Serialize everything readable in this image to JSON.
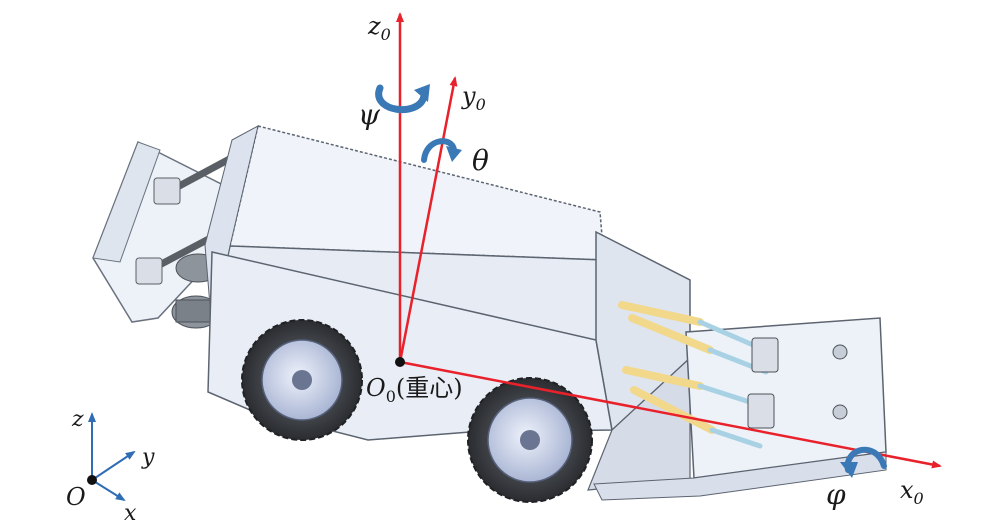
{
  "diagram": {
    "axes_body": {
      "z0": {
        "main": "z",
        "sub": "0"
      },
      "y0": {
        "main": "y",
        "sub": "0"
      },
      "x0": {
        "main": "x",
        "sub": "0"
      }
    },
    "rotations": {
      "psi": "ψ",
      "theta": "θ",
      "phi": "φ"
    },
    "center_of_gravity": {
      "main": "O",
      "sub": "0",
      "note": "(重心)"
    },
    "global_frame": {
      "origin": "O",
      "x": "x",
      "y": "y",
      "z": "z"
    },
    "colors": {
      "body_axis": "#e8212b",
      "global_axis": "#2f6db5",
      "rotation_arrow": "#3b78b6",
      "vehicle_body": "#e9eef6",
      "vehicle_outline": "#5c6470",
      "tire": "#3a3d42",
      "rim": "#c9d3ea",
      "strut": "#f2d88a"
    }
  }
}
